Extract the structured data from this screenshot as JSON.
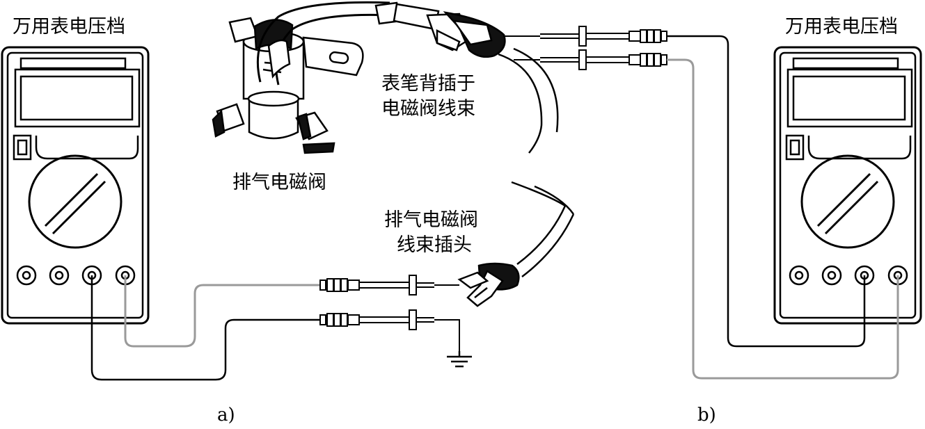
{
  "labels": {
    "meter_left": "万用表电压档",
    "meter_right": "万用表电压档",
    "valve": "排气电磁阀",
    "probe_back": [
      "表笔背插于",
      "电磁阀线束"
    ],
    "plug": [
      "排气电磁阀",
      "线束插头"
    ],
    "sub_a": "a)",
    "sub_b": "b)"
  },
  "colors": {
    "ink": "#000000",
    "grey_lead": "#9a9a9a",
    "fill_dark": "#111111",
    "fill_light": "#ffffff"
  },
  "icons": [
    "multimeter-icon",
    "solenoid-valve-icon",
    "probe-icon",
    "connector-icon",
    "ground-icon"
  ]
}
